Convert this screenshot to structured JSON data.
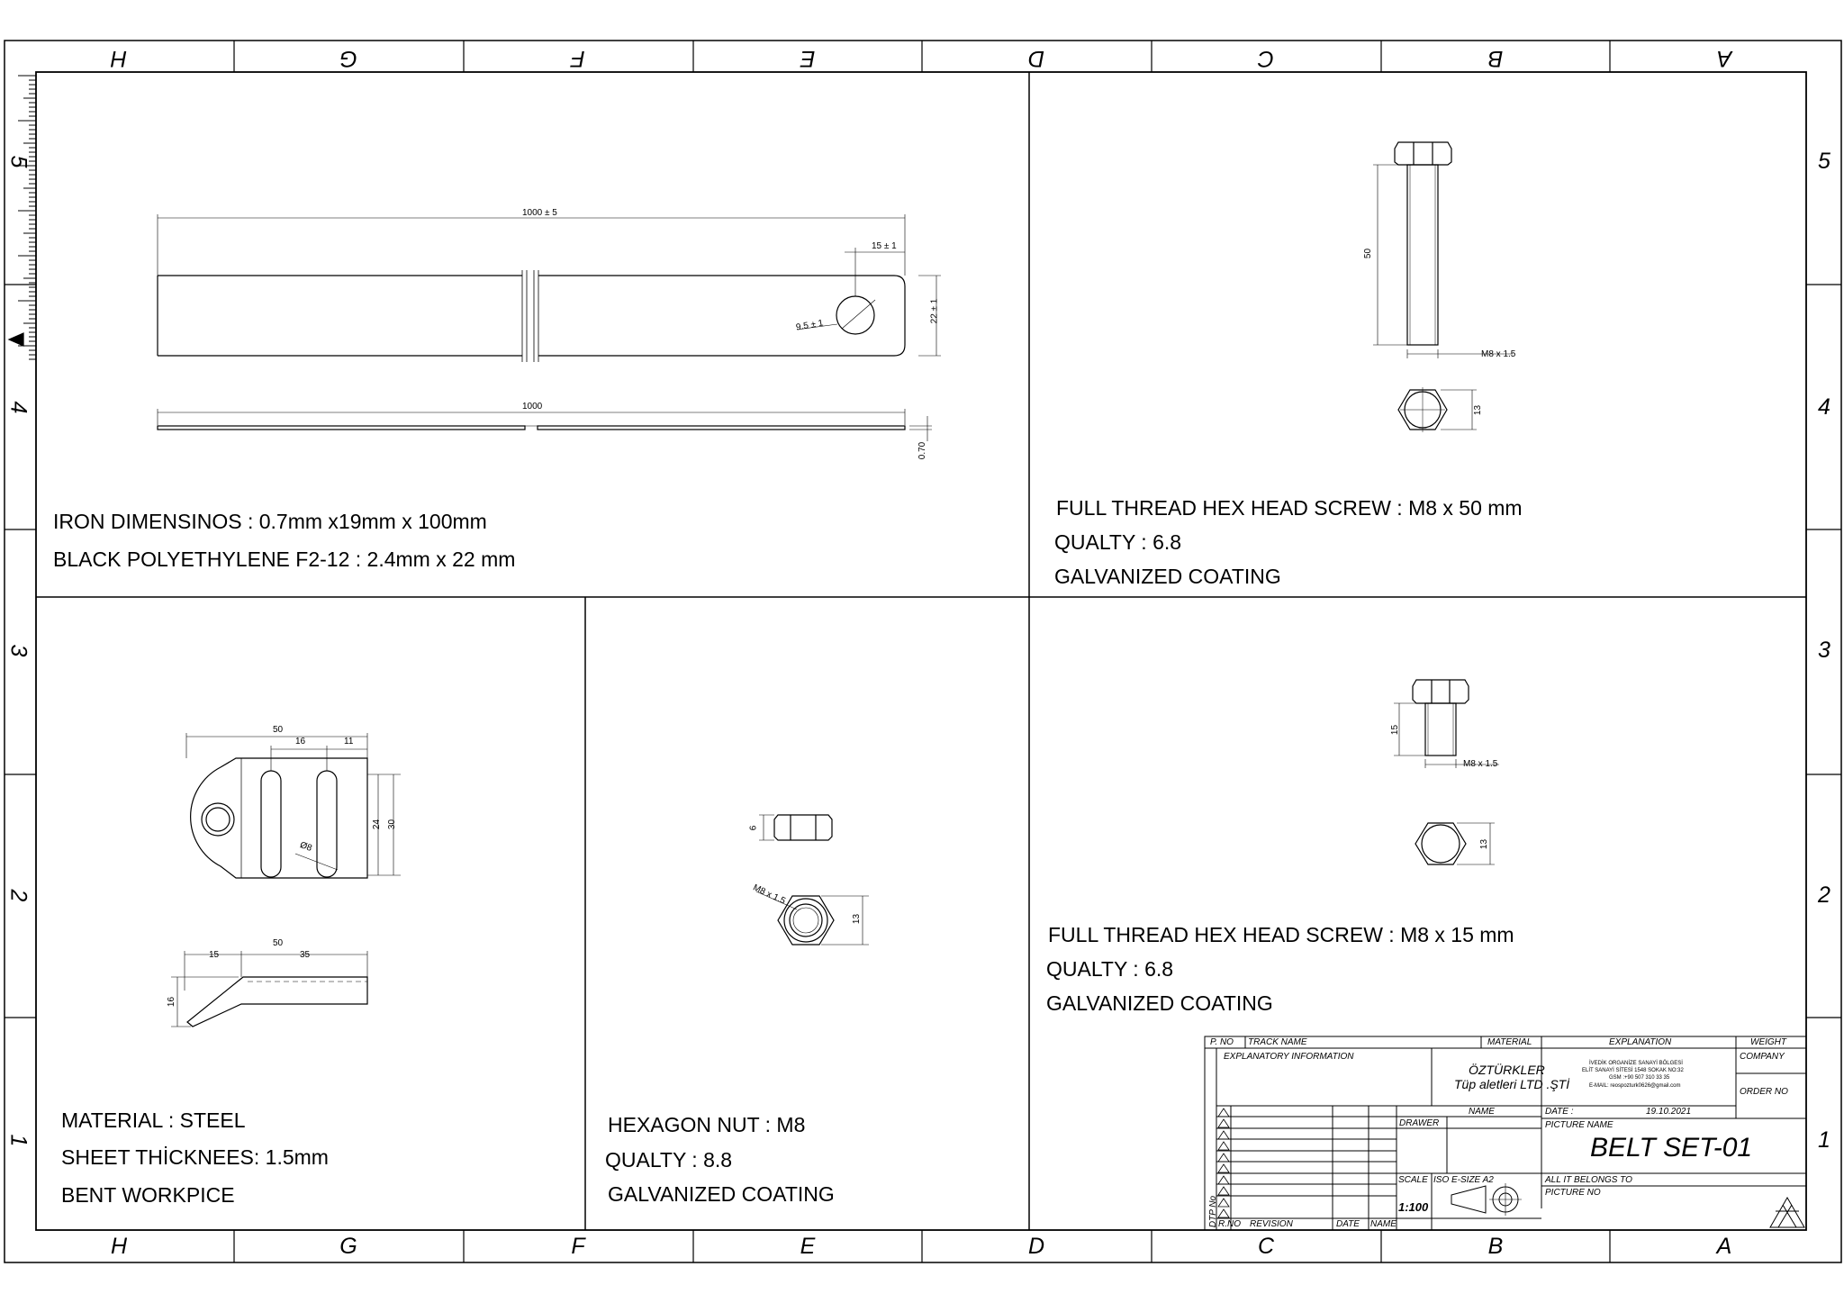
{
  "columns": [
    "H",
    "G",
    "F",
    "E",
    "D",
    "C",
    "B",
    "A"
  ],
  "rows": [
    "5",
    "4",
    "3",
    "2",
    "1"
  ],
  "top_left_view": {
    "dims": {
      "length_tol": "1000 ± 5",
      "hole_offset": "15 ± 1",
      "hole_dia": "9.5 ± 1",
      "width": "22 ± 1",
      "length": "1000",
      "thickness": "0.70"
    },
    "notes": [
      "IRON DIMENSINOS : 0.7mm x19mm x 100mm",
      "BLACK POLYETHYLENE F2-12 : 2.4mm x 22 mm"
    ]
  },
  "top_right_view": {
    "dims": {
      "length": "50",
      "thread": "M8 x 1.5",
      "across_flats": "13"
    },
    "notes": [
      "FULL THREAD HEX HEAD SCREW : M8 x 50 mm",
      "QUALTY : 6.8",
      "GALVANIZED COATING"
    ]
  },
  "bottom_left_view": {
    "dims": {
      "overall": "50",
      "slot_gap": "16",
      "slot_edge": "11",
      "inner_h": "24",
      "outer_h": "30",
      "slot_dia": "Ø8",
      "side_overall": "50",
      "side_bend": "15",
      "side_flat": "35",
      "side_height": "16"
    },
    "notes": [
      "MATERIAL : STEEL",
      "SHEET THİCKNEES: 1.5mm",
      "BENT WORKPICE"
    ]
  },
  "bottom_middle_view": {
    "dims": {
      "height": "6",
      "thread": "M8 x 1.5",
      "across_flats": "13"
    },
    "notes": [
      "HEXAGON NUT : M8",
      "QUALTY : 8.8",
      "GALVANIZED COATING"
    ]
  },
  "bottom_right_view": {
    "dims": {
      "length": "15",
      "thread": "M8 x 1.5",
      "across_flats": "13"
    },
    "notes": [
      "FULL THREAD HEX HEAD SCREW : M8 x 15 mm",
      "QUALTY : 6.8",
      "GALVANIZED COATING"
    ]
  },
  "title_block": {
    "headers": {
      "pno": "P. NO",
      "track": "TRACK NAME",
      "material": "MATERIAL",
      "explanation": "EXPLANATION",
      "weight": "WEIGHT"
    },
    "explanatory": "EXPLANATORY INFORMATION",
    "company_name": "ÖZTÜRKLER",
    "company_sub": "Tüp aletleri LTD .ŞTİ",
    "address": [
      "İVEDİK ORGANİZE SANAYİ BÖLGESİ",
      "ELİT SANAYİ SİTESİ 1548 SOKAK NO:32",
      "GSM :+90 507 310 33 35",
      "E-MAIL: reospozturk0626@gmail.com"
    ],
    "company_label": "COMPANY",
    "order_label": "ORDER NO",
    "name_label": "NAME",
    "date_label": "DATE :",
    "date": "19.10.2021",
    "drawer_label": "DRAWER",
    "picture_name_label": "PICTURE NAME",
    "picture_name": "BELT SET-01",
    "scale_label": "SCALE",
    "iso_label": "ISO E-SIZE A2",
    "scale": "1:100",
    "belongs_label": "ALL IT BELONGS TO",
    "picture_no_label": "PICTURE NO",
    "dtp_label": "DTP No",
    "rno_label": "R.NO",
    "revision_label": "REVISION",
    "date_col_label": "DATE",
    "name_col_label": "NAME"
  }
}
